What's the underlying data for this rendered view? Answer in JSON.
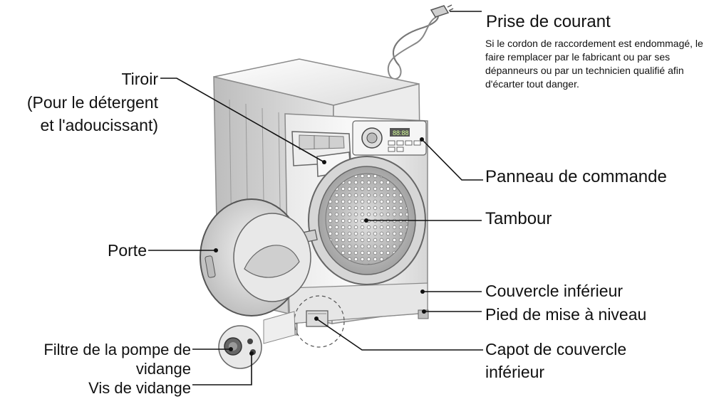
{
  "labels": {
    "prise_de_courant": "Prise de courant",
    "prise_note": "Si le cordon de raccordement est endommagé, le faire remplacer par le fabricant ou par ses dépanneurs ou par un technicien qualifié afin d'écarter tout danger.",
    "tiroir": "Tiroir",
    "tiroir_sub1": "(Pour le détergent",
    "tiroir_sub2": "et l'adoucissant)",
    "panneau": "Panneau de commande",
    "tambour": "Tambour",
    "porte": "Porte",
    "couvercle_inf": "Couvercle inférieur",
    "pied": "Pied de mise à niveau",
    "capot_1": "Capot de couvercle",
    "capot_2": "inférieur",
    "filtre_1": "Filtre de la pompe de",
    "filtre_2": "vidange",
    "vis": "Vis de vidange"
  },
  "colors": {
    "line": "#111111",
    "body_light": "#f2f2f2",
    "body_mid": "#d9d9d9",
    "body_dark": "#a9a9a9",
    "drum": "#c8c8c8"
  }
}
